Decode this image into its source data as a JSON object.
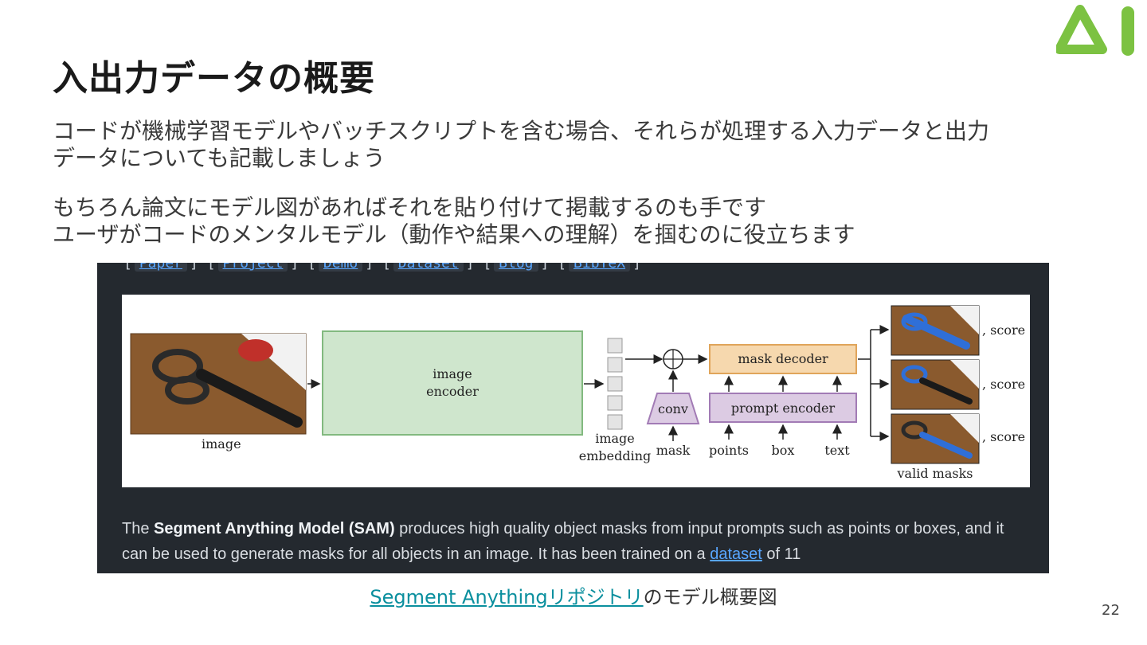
{
  "slide": {
    "title": "入出力データの概要",
    "paragraph1_line1": "コードが機械学習モデルやバッチスクリプトを含む場合、それらが処理する入力データと出力",
    "paragraph1_line2": "データについても記載しましょう",
    "paragraph2_line1": "もちろん論文にモデル図があればそれを貼り付けて掲載するのも手です",
    "paragraph2_line2": "ユーザがコードのメンタルモデル（動作や結果への理解）を掴むのに役立ちます",
    "page_number": "22",
    "logo_icon": "ai-logo-icon",
    "accent_color": "#7cc242"
  },
  "screenshot": {
    "links": [
      "Paper",
      "Project",
      "Demo",
      "Dataset",
      "Blog",
      "BibTeX"
    ],
    "figure": {
      "image_label": "image",
      "encoder_label_1": "image",
      "encoder_label_2": "encoder",
      "embedding_label_1": "image",
      "embedding_label_2": "embedding",
      "conv_label": "conv",
      "mask_label": "mask",
      "mask_decoder_label": "mask decoder",
      "prompt_encoder_label": "prompt encoder",
      "points_label": "points",
      "box_label": "box",
      "text_label": "text",
      "score_label": ", score",
      "valid_masks_label": "valid masks"
    },
    "description": {
      "pre": "The ",
      "bold": "Segment Anything Model (SAM)",
      "mid": " produces high quality object masks from input prompts such as points or boxes, and it can be used to generate masks for all objects in an image. It has been trained on a ",
      "link": "dataset",
      "post": " of 11"
    }
  },
  "caption": {
    "link_text": "Segment Anythingリポジトリ",
    "suffix": "のモデル概要図"
  }
}
